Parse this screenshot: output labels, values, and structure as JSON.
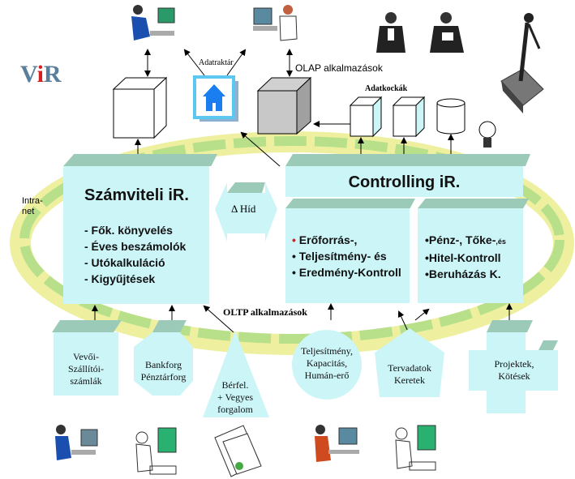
{
  "logo": {
    "v": "V",
    "i": "i",
    "r": "R"
  },
  "top": {
    "adattarhaz_label": "Adatraktár",
    "olap_label": "OLAP alkalmazások",
    "adatkockak_label": "Adatkockák"
  },
  "intranet_label": [
    "Intra-",
    "net"
  ],
  "szamviteli": {
    "title": "Számviteli iR.",
    "items": [
      "- Fők. könyvelés",
      "- Éves  beszámolók",
      "- Utókalkuláció",
      "- Kigyűjtések"
    ]
  },
  "hid_label": "Δ Híd",
  "controlling": {
    "title": "Controlling  iR.",
    "left_items": [
      "Erőforrás-,",
      "Teljesítmény- és",
      "Eredmény-Kontroll"
    ],
    "right_items": [
      "•Pénz-, Tőke-",
      "•Hitel-Kontroll",
      "•Beruházás K."
    ],
    "right_small": ",és"
  },
  "oltp_label": "OLTP alkalmazások",
  "sources": [
    {
      "lines": [
        "Vevői-",
        "Szállítói-",
        "számlák"
      ]
    },
    {
      "lines": [
        "Bankforg",
        "Pénztárforg"
      ]
    },
    {
      "lines": [
        "Bérfel.",
        "+ Vegyes",
        "forgalom"
      ]
    },
    {
      "lines": [
        "Teljesítmény,",
        "Kapacitás,",
        "Humán-erő"
      ]
    },
    {
      "lines": [
        "Tervadatok",
        "Keretek"
      ]
    },
    {
      "lines": [
        "Projektek,",
        "Kötések"
      ]
    }
  ],
  "colors": {
    "box": "#ccf5f8",
    "bevel": "#9ccab8",
    "ring_green": "#b8e08a",
    "ring_yellow": "#eef0a0",
    "logo_blue": "#5a7f9c",
    "logo_red": "#d42020"
  }
}
